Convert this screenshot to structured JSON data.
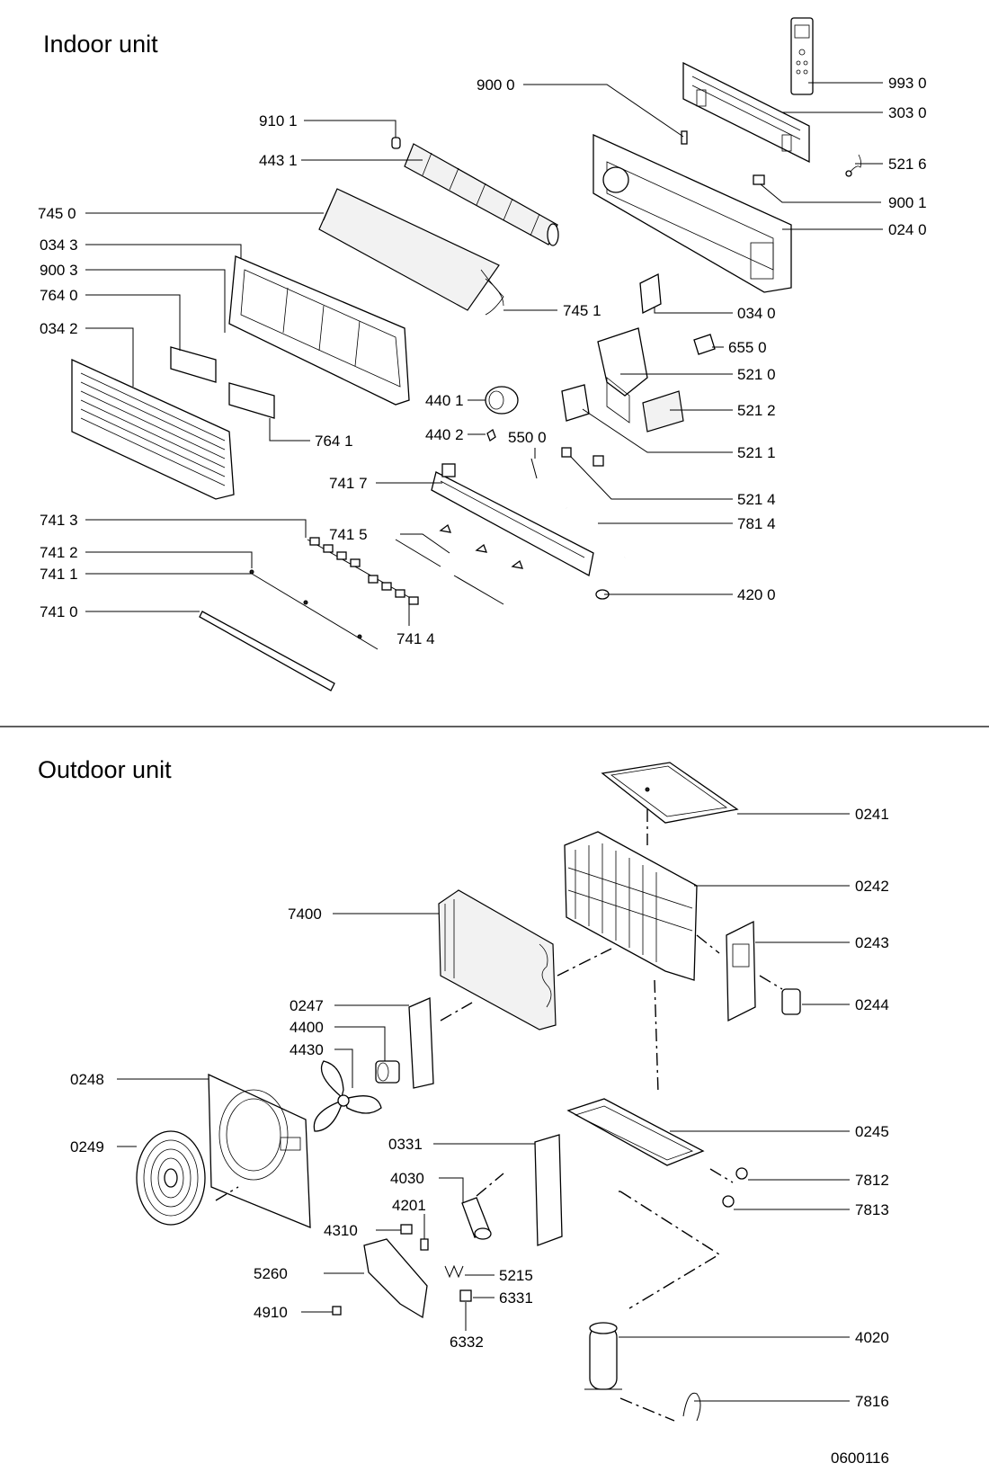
{
  "sections": {
    "indoor": {
      "title": "Indoor unit",
      "labels": {
        "p9930": "993 0",
        "p9000": "900 0",
        "p3030": "303 0",
        "p9101": "910 1",
        "p4431": "443 1",
        "p5216": "521 6",
        "p9001": "900 1",
        "p7450": "745 0",
        "p0240": "024 0",
        "p0343": "034 3",
        "p9003": "900 3",
        "p7640": "764 0",
        "p7451": "745 1",
        "p0340": "034 0",
        "p0342": "034 2",
        "p6550": "655 0",
        "p5210": "521 0",
        "p4401": "440 1",
        "p5212": "521 2",
        "p7641": "764 1",
        "p4402": "440 2",
        "p5500": "550 0",
        "p5211": "521 1",
        "p7417": "741 7",
        "p5214": "521 4",
        "p7413": "741 3",
        "p7415": "741 5",
        "p7814": "781 4",
        "p7412": "741 2",
        "p7411": "741 1",
        "p4200": "420 0",
        "p7410": "741 0",
        "p7414": "741 4"
      }
    },
    "outdoor": {
      "title": "Outdoor unit",
      "labels": {
        "p0241": "0241",
        "p0242": "0242",
        "p7400": "7400",
        "p0243": "0243",
        "p0247": "0247",
        "p0244": "0244",
        "p4400": "4400",
        "p4430": "4430",
        "p0248": "0248",
        "p0245": "0245",
        "p0249": "0249",
        "p0331": "0331",
        "p4030": "4030",
        "p7812": "7812",
        "p4201": "4201",
        "p7813": "7813",
        "p4310": "4310",
        "p5260": "5260",
        "p5215": "5215",
        "p6331": "6331",
        "p4910": "4910",
        "p6332": "6332",
        "p4020": "4020",
        "p7816": "7816"
      }
    }
  },
  "document_code": "0600116"
}
